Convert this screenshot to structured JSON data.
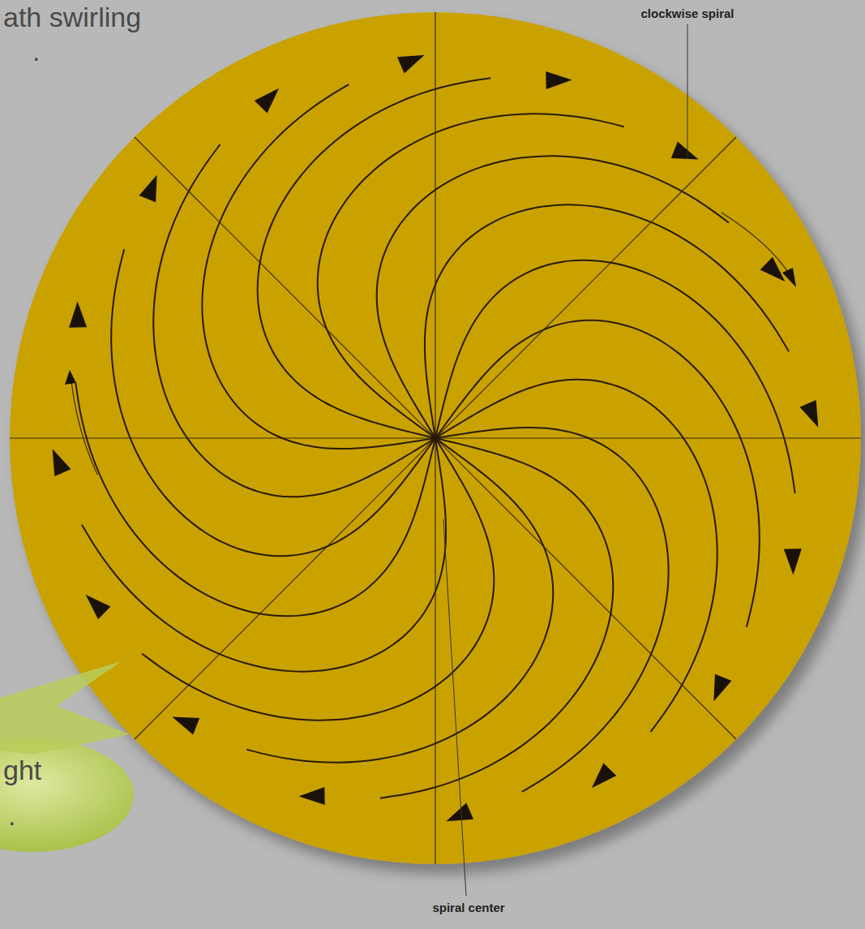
{
  "diagram": {
    "labels": [
      "ath swirling",
      ".",
      "clockwise spiral",
      "ght",
      ".",
      "spiral center"
    ]
  }
}
